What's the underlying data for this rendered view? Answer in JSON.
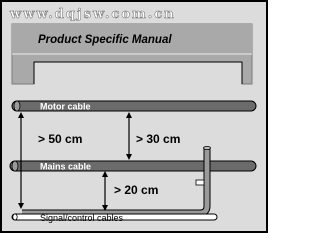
{
  "watermark": "www.dqjsw.com.cn",
  "manual": {
    "title": "Product Specific Manual"
  },
  "cables": {
    "motor": "Motor cable",
    "mains": "Mains cable",
    "signal": "Signal/control cables"
  },
  "distances": {
    "motor_to_signal": "> 50 cm",
    "motor_to_mains": "> 30 cm",
    "mains_to_signal": "> 20 cm"
  },
  "colors": {
    "background": "#dcdcdc",
    "panel": "#a9a9a9",
    "cable": "#6b6b6b",
    "cable_outline": "#000000",
    "signal_cable": "#ffffff"
  }
}
